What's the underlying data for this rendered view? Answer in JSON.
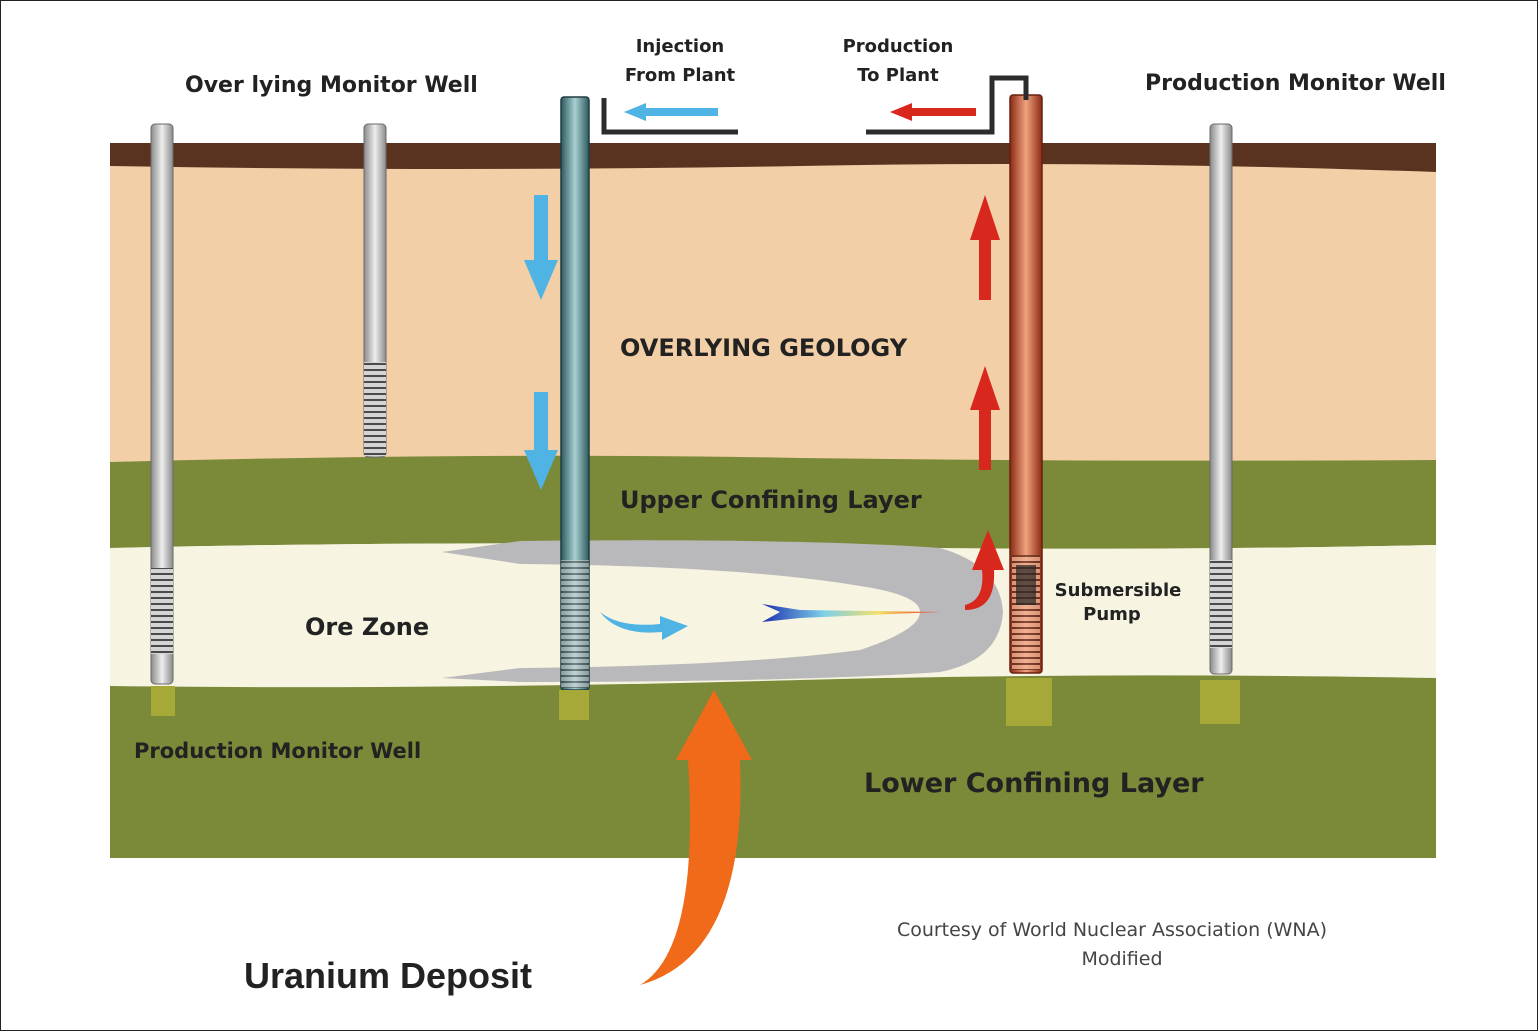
{
  "labels": {
    "overlying_monitor_well": "Over lying Monitor Well",
    "injection": [
      "Injection",
      "From Plant"
    ],
    "production": [
      "Production",
      "To Plant"
    ],
    "production_monitor_well_top": "Production Monitor Well",
    "overlying_geology": "OVERLYING GEOLOGY",
    "upper_confining_layer": "Upper Confining  Layer",
    "ore_zone": "Ore Zone",
    "submersible_pump": [
      "Submersible",
      "Pump"
    ],
    "production_monitor_well_bottom": "Production Monitor Well",
    "lower_confining_layer": "Lower Confining Layer",
    "uranium_deposit": "Uranium Deposit",
    "courtesy": [
      "Courtesy of World Nuclear Association (WNA)",
      "Modified"
    ]
  },
  "colors": {
    "topsoil": "#5a3320",
    "overlying_geology": "#f2cfa6",
    "confining_layer": "#7a8a38",
    "ore_zone": "#f8f4e2",
    "plume": "#b9b9bb",
    "injection_flow": "#4fb3e3",
    "production_flow": "#d8271d",
    "uranium_arrow": "#f06a1a"
  }
}
